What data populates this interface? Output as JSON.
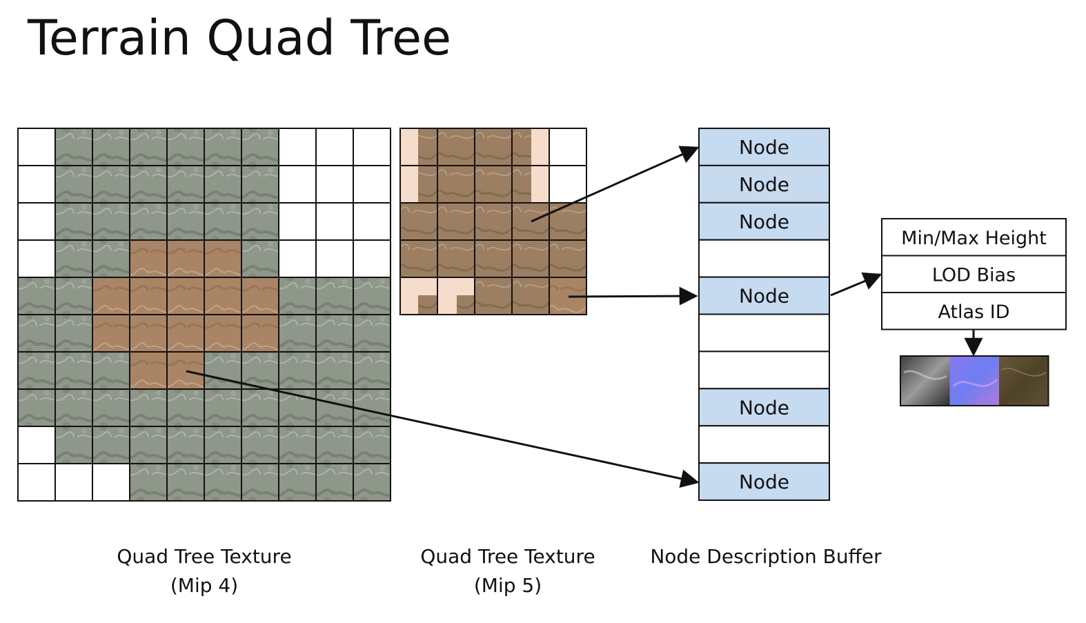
{
  "title": "Terrain Quad Tree",
  "mip4": {
    "caption_line1": "Quad Tree Texture",
    "caption_line2": "(Mip 4)",
    "grid_size": 10,
    "texture_mask": [
      "0111111000",
      "0111111000",
      "0111111000",
      "0111111000",
      "1111111111",
      "1111111111",
      "1111111111",
      "1111111111",
      "0111111111",
      "0001111111"
    ],
    "highlight_mask": [
      "0000000000",
      "0000000000",
      "0000000000",
      "0002220000",
      "0022222000",
      "0022222000",
      "0002200000",
      "0000000000",
      "0000000000",
      "0000000000"
    ]
  },
  "mip5": {
    "caption_line1": "Quad Tree Texture",
    "caption_line2": "(Mip 5)",
    "grid_size": 5,
    "texture_mask": [
      "11110",
      "11110",
      "11111",
      "11111",
      "11111"
    ]
  },
  "node_buffer": {
    "caption": "Node Description Buffer",
    "slots": [
      "Node",
      "Node",
      "Node",
      "",
      "Node",
      "",
      "",
      "Node",
      "",
      "Node"
    ]
  },
  "node_description": {
    "fields": [
      "Min/Max Height",
      "LOD Bias",
      "Atlas ID"
    ]
  },
  "atlas_tiles": [
    {
      "name": "heightmap-tile",
      "color": "#6a6a6a"
    },
    {
      "name": "normalmap-tile",
      "color": "#7a6ee8"
    },
    {
      "name": "albedo-tile",
      "color": "#5a4c30"
    }
  ],
  "colors": {
    "node_fill": "#c6daf0",
    "terrain_green": "#8e978a",
    "terrain_brown": "#a98566",
    "mip5_base": "#9c7f62",
    "mip5_pale": "#f5dccb",
    "line": "#111111"
  }
}
